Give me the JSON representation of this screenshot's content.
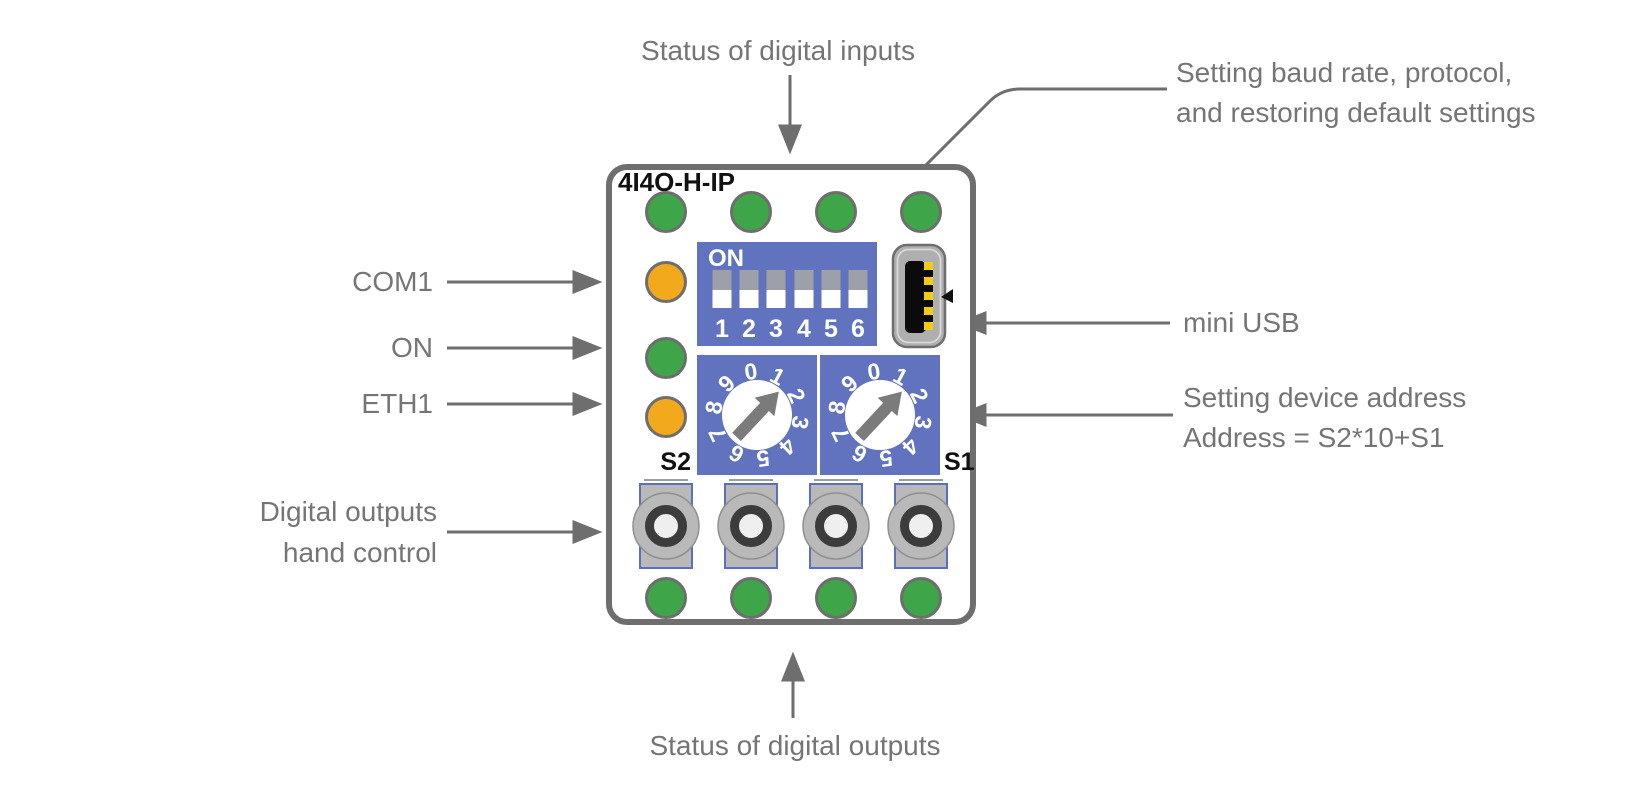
{
  "colors": {
    "led_green": "#3EA549",
    "led_orange": "#F2A91B",
    "block_blue": "#6173BE",
    "board_border": "#6E6E6E",
    "annotation_text": "#757575",
    "arrow": "#6E6E6E",
    "usb_pin_yellow": "#F0CC17"
  },
  "board": {
    "title": "4I4O-H-IP",
    "leds": {
      "top_row": [
        "green",
        "green",
        "green",
        "green"
      ],
      "left_column": [
        "orange",
        "green",
        "orange"
      ],
      "bottom_row": [
        "green",
        "green",
        "green",
        "green"
      ]
    },
    "dip": {
      "on_label": "ON",
      "numbers": [
        "1",
        "2",
        "3",
        "4",
        "5",
        "6"
      ]
    },
    "rotary": {
      "digits": [
        "0",
        "1",
        "2",
        "3",
        "4",
        "5",
        "6",
        "7",
        "8",
        "9"
      ],
      "s2_label": "S2",
      "s1_label": "S1"
    }
  },
  "annotations": {
    "top": "Status of digital inputs",
    "baud_line1": "Setting baud rate, protocol,",
    "baud_line2": "and restoring default settings",
    "com1": "COM1",
    "on": "ON",
    "eth1": "ETH1",
    "mini_usb": "mini USB",
    "addr_line1": "Setting device address",
    "addr_line2": "Address = S2*10+S1",
    "hand_line1": "Digital outputs",
    "hand_line2": "hand control",
    "bottom": "Status of digital outputs"
  }
}
